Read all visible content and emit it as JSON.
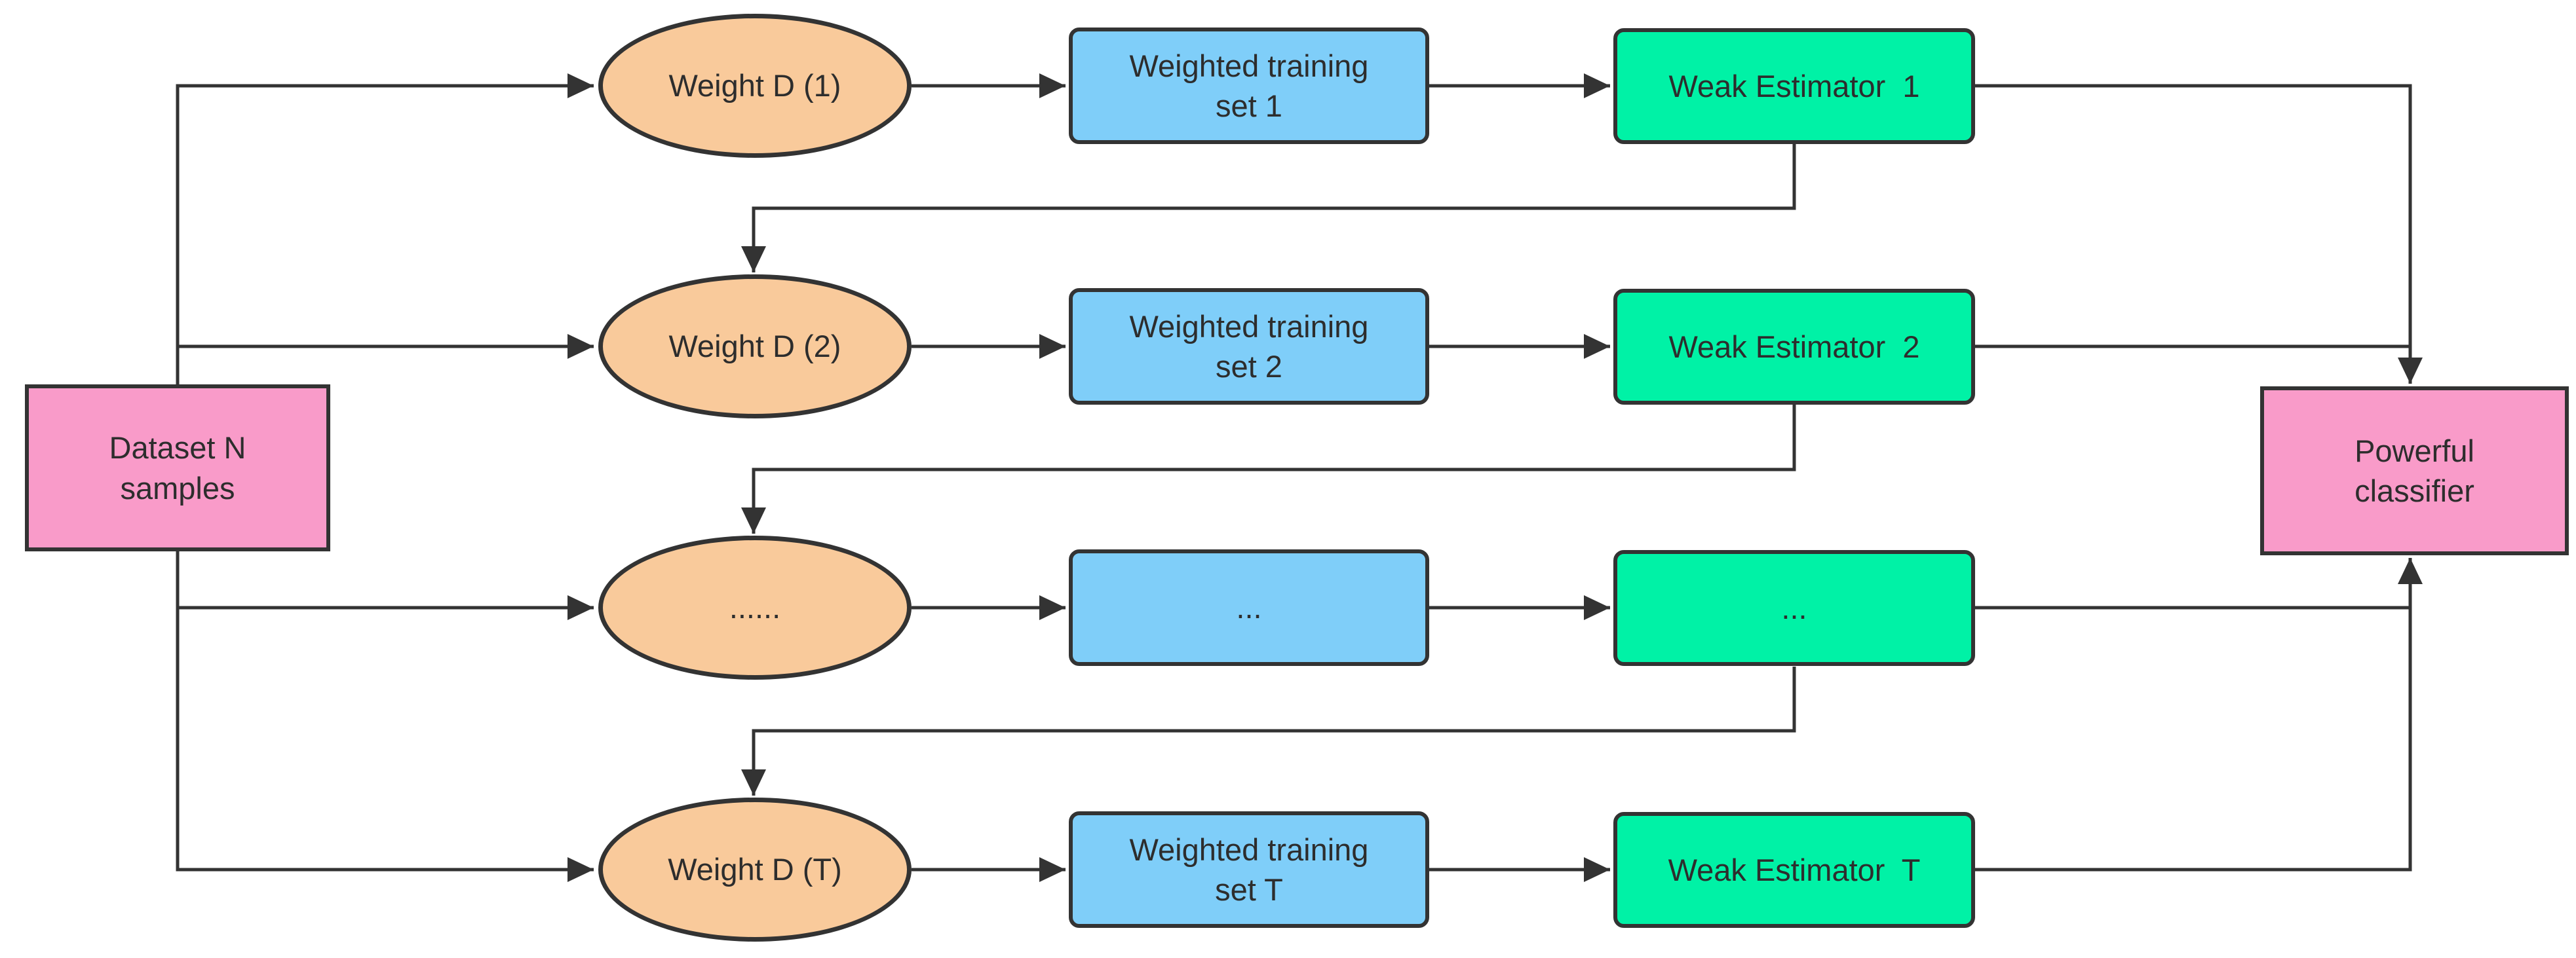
{
  "diagram": {
    "dataset_label": "Dataset N\nsamples",
    "classifier_label": "Powerful\nclassifier",
    "rows": [
      {
        "weight": "Weight D (1)",
        "training": "Weighted training\nset 1",
        "estimator": "Weak Estimator  1"
      },
      {
        "weight": "Weight D (2)",
        "training": "Weighted training\nset 2",
        "estimator": "Weak Estimator  2"
      },
      {
        "weight": "......",
        "training": "...",
        "estimator": "..."
      },
      {
        "weight": "Weight D (T)",
        "training": "Weighted training\nset T",
        "estimator": "Weak Estimator  T"
      }
    ]
  },
  "colors": {
    "stroke": "#333333",
    "text": "#2d2d2d",
    "ellipse_fill": "#f9ca9b",
    "training_fill": "#7fcef9",
    "estimator_fill": "#00f2a6",
    "io_fill": "#f99bc9",
    "background": "#ffffff"
  }
}
